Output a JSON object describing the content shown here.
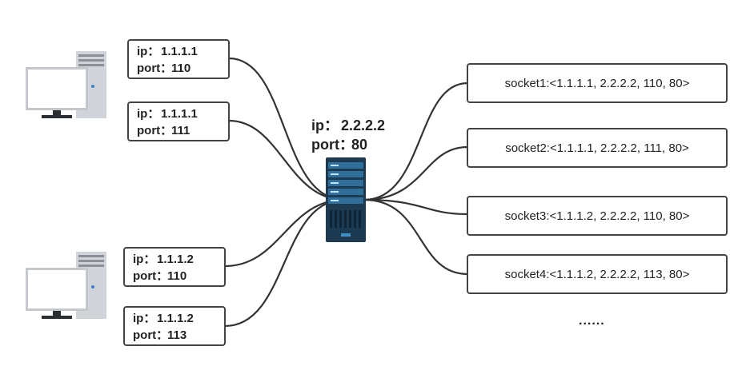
{
  "server": {
    "ip_label": "ip：",
    "ip": "2.2.2.2",
    "port_label": "port：",
    "port": "80"
  },
  "clients": [
    {
      "ip_label": "ip：",
      "ip": "1.1.1.1",
      "port_label": "port：",
      "port": "110"
    },
    {
      "ip_label": "ip：",
      "ip": "1.1.1.1",
      "port_label": "port：",
      "port": "111"
    },
    {
      "ip_label": "ip：",
      "ip": "1.1.1.2",
      "port_label": "port：",
      "port": "110"
    },
    {
      "ip_label": "ip：",
      "ip": "1.1.1.2",
      "port_label": "port：",
      "port": "113"
    }
  ],
  "sockets": [
    "socket1:<1.1.1.1, 2.2.2.2, 110, 80>",
    "socket2:<1.1.1.1, 2.2.2.2, 111, 80>",
    "socket3:<1.1.1.2, 2.2.2.2, 110, 80>",
    "socket4:<1.1.1.2, 2.2.2.2, 113, 80>"
  ],
  "ellipsis": "......",
  "icons": {
    "computers": [
      "desktop-computer-icon",
      "desktop-computer-icon"
    ],
    "server": "server-rack-icon"
  },
  "colors": {
    "line": "#333333",
    "box_border": "#444444",
    "server_body": "#1c3b52",
    "server_accent": "#3f8fc2",
    "computer": "#c9cdd1"
  }
}
